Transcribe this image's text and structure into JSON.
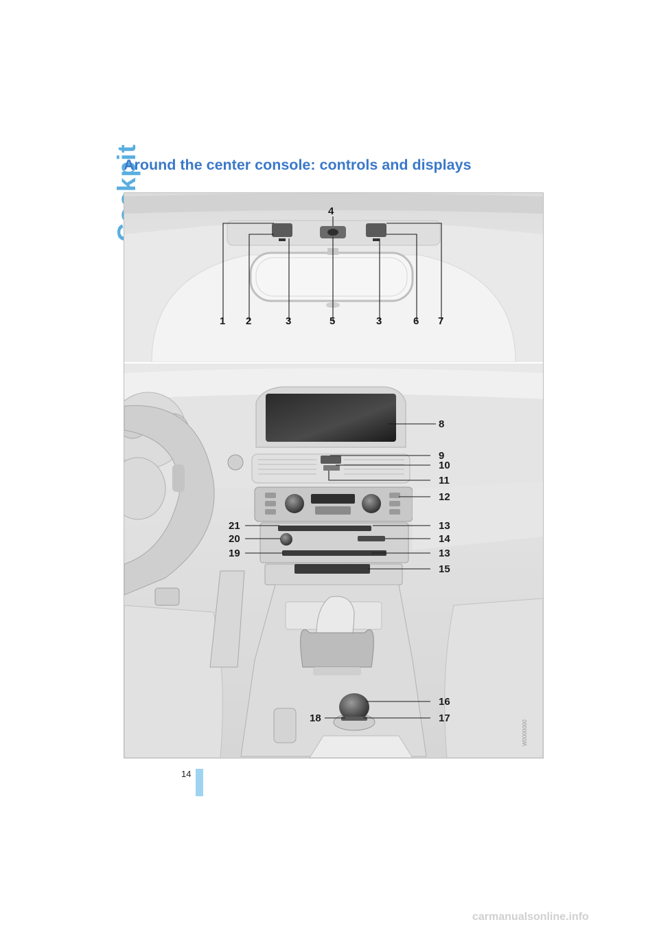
{
  "section": {
    "title": "Cockpit"
  },
  "heading": "Around the center console: controls and displays",
  "figure": {
    "code": "W0000000",
    "top_callouts": [
      "4",
      "1",
      "2",
      "3",
      "5",
      "3",
      "6",
      "7"
    ],
    "console_callouts": [
      "8",
      "9",
      "10",
      "11",
      "12",
      "13",
      "14",
      "13",
      "15",
      "21",
      "20",
      "19",
      "16",
      "17",
      "18"
    ]
  },
  "page": {
    "number": "14"
  },
  "watermark": "carmanualsonline.info",
  "colors": {
    "section_title": "#5aaee0",
    "heading": "#3a78c9",
    "page_bar": "#9fd3f2"
  }
}
